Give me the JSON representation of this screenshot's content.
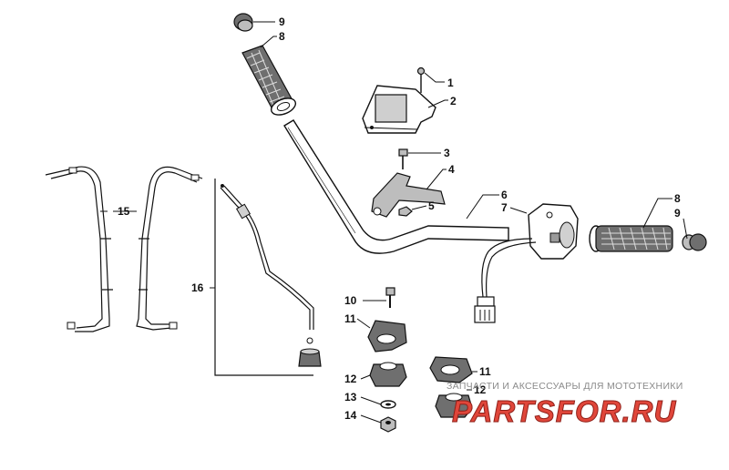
{
  "diagram": {
    "callouts": [
      {
        "id": "c9a",
        "label": "9"
      },
      {
        "id": "c8a",
        "label": "8"
      },
      {
        "id": "c1",
        "label": "1"
      },
      {
        "id": "c2",
        "label": "2"
      },
      {
        "id": "c3",
        "label": "3"
      },
      {
        "id": "c4",
        "label": "4"
      },
      {
        "id": "c5",
        "label": "5"
      },
      {
        "id": "c6",
        "label": "6"
      },
      {
        "id": "c7",
        "label": "7"
      },
      {
        "id": "c8b",
        "label": "8"
      },
      {
        "id": "c9b",
        "label": "9"
      },
      {
        "id": "c15",
        "label": "15"
      },
      {
        "id": "c16",
        "label": "16"
      },
      {
        "id": "c10",
        "label": "10"
      },
      {
        "id": "c11a",
        "label": "11"
      },
      {
        "id": "c12a",
        "label": "12"
      },
      {
        "id": "c13",
        "label": "13"
      },
      {
        "id": "c14",
        "label": "14"
      },
      {
        "id": "c11b",
        "label": "11"
      },
      {
        "id": "c12b",
        "label": "12"
      }
    ]
  },
  "watermark": {
    "tagline": "ЗАПЧАСТИ И АКСЕССУАРЫ ДЛЯ МОТОТЕХНИКИ",
    "logo": "PARTSFOR.RU",
    "logo_color": "#e0463a"
  }
}
